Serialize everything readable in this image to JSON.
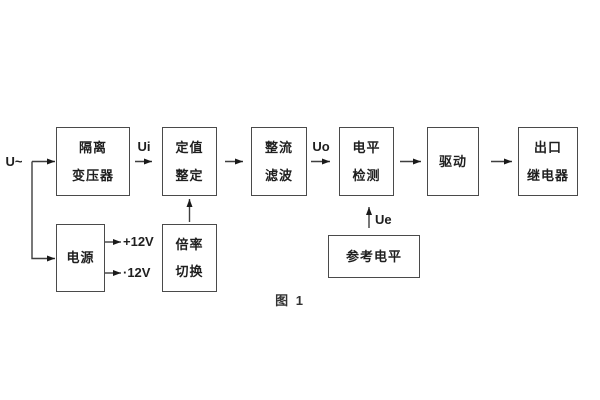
{
  "figure": {
    "caption": "图 1",
    "source_label": "U~",
    "signal_labels": {
      "ui": "Ui",
      "uo": "Uo",
      "ue": "Ue"
    },
    "power_rails": {
      "positive": "+12V",
      "negative": "·12V"
    },
    "blocks": {
      "isolation_transformer": "隔离\n变压器",
      "value_setting": "定值\n整定",
      "rectify_filter": "整流\n滤波",
      "level_detect": "电平\n检测",
      "drive": "驱动",
      "output_relay": "出口\n继电器",
      "power": "电源",
      "ratio_switch": "倍率\n切换",
      "reference_level": "参考电平"
    },
    "colors": {
      "line": "#3f3f3f",
      "border": "#4a4a4a",
      "text": "#1f1f1f",
      "background": "#ffffff"
    }
  }
}
